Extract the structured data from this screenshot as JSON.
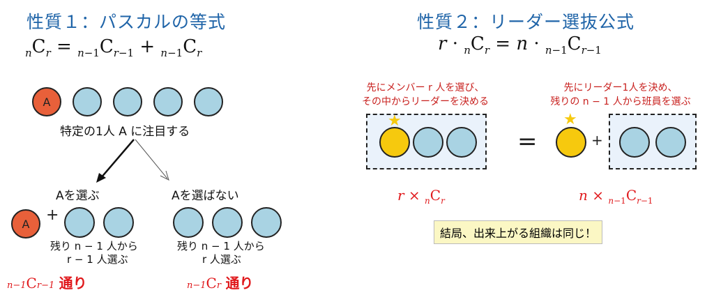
{
  "left": {
    "title": "性質１：パスカルの等式",
    "formula": {
      "t1": "C",
      "t2": "C",
      "t3": "C"
    },
    "a_label": "A",
    "focus_text": "特定の1人 A に注目する",
    "choose_a": "Aを選ぶ",
    "not_choose_a": "Aを選ばない",
    "plus": "+",
    "remain1_line1": "残り n − 1 人から",
    "remain1_line2": "r − 1 人選ぶ",
    "remain2_line1": "残り n − 1 人から",
    "remain2_line2": "r 人選ぶ",
    "ways1_suffix": "通り",
    "ways2_suffix": "通り"
  },
  "right": {
    "title": "性質２：リーダー選抜公式",
    "caption_left_1": "先にメンバー r 人を選び、",
    "caption_left_2": "その中からリーダーを決める",
    "caption_right_1": "先にリーダー1人を決め、",
    "caption_right_2": "残りの n − 1 人から班員を選ぶ",
    "equals": "=",
    "plus": "+",
    "conclusion": "結局、出来上がる組織は同じ！"
  },
  "colors": {
    "title": "#1f64a8",
    "red": "#e0191c",
    "circle": "#a9d3e3",
    "person_a": "#e8603a",
    "leader": "#f6c90e",
    "box": "#eaf2fb"
  },
  "icons": [
    "star-icon",
    "arrow-icon"
  ]
}
